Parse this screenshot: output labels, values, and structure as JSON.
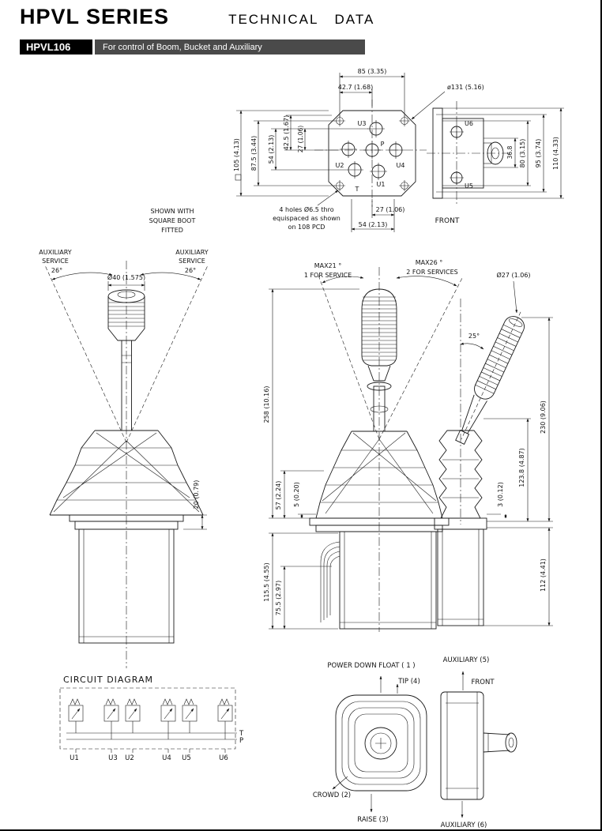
{
  "header": {
    "title": "HPVL SERIES",
    "subtitle": "TECHNICAL DATA",
    "model": "HPVL106",
    "description": "For control of Boom, Bucket and Auxiliary"
  },
  "top_view": {
    "dim_85": "85 (3.35)",
    "dim_42_7": "42.7 (1.68)",
    "dim_131": "ø131 (5.16)",
    "dim_105": "105 (4.13)",
    "dim_87_5": "87.5 (3.44)",
    "dim_54_left": "54 (2.13)",
    "dim_42_5": "42.5 (1.67)",
    "dim_27_left": "27 (1.06)",
    "dim_27_bottom": "27 (1.06)",
    "dim_54_bottom": "54 (2.13)",
    "note_line1": "4 holes Ø6.5 thro",
    "note_line2": "equispaced as shown",
    "note_line3": "on 108 PCD",
    "ports": {
      "u3": "U3",
      "p": "P",
      "u2": "U2",
      "u4": "U4",
      "t": "T",
      "u1": "U1",
      "u6": "U6",
      "u5": "U5"
    },
    "dim_36_8": "36.8",
    "dim_80": "80 (3.15)",
    "dim_95": "95 (3.74)",
    "dim_110": "110 (4.33)",
    "front_label": "FRONT"
  },
  "boot_view": {
    "caption_1": "SHOWN WITH",
    "caption_2": "SQUARE BOOT",
    "caption_3": "FITTED",
    "aux_line1": "AUXILIARY",
    "aux_line2": "SERVICE",
    "aux_line3": "26°",
    "dim_40": "Ø40 (1.575)",
    "dim_20": "20 (0.79)"
  },
  "front_view": {
    "max21": "MAX21 °",
    "max21_sub": "1 FOR SERVICE",
    "max26": "MAX26 °",
    "max26_sub": "2 FOR SERVICES",
    "dim_258": "258 (10.16)",
    "dim_57": "57 (2.24)",
    "dim_5": "5 (0.20)",
    "dim_115_5": "115.5 (4.55)",
    "dim_75_5": "75.5 (2.97)"
  },
  "side_view": {
    "dim_27": "Ø27 (1.06)",
    "angle": "25°",
    "dim_230": "230 (9.06)",
    "dim_123_8": "123.8 (4.87)",
    "dim_3": "3 (0.12)",
    "dim_112": "112 (4.41)"
  },
  "circuit": {
    "title": "CIRCUIT DIAGRAM",
    "t": "T",
    "p": "P",
    "ports": [
      "U1",
      "U3",
      "U2",
      "U4",
      "U5",
      "U6"
    ]
  },
  "function_view": {
    "power_down": "POWER DOWN FLOAT ( 1 )",
    "tip": "TIP (4)",
    "aux5": "AUXILIARY (5)",
    "front": "FRONT",
    "crowd": "CROWD (2)",
    "raise": "RAISE (3)",
    "aux6": "AUXILIARY (6)"
  }
}
